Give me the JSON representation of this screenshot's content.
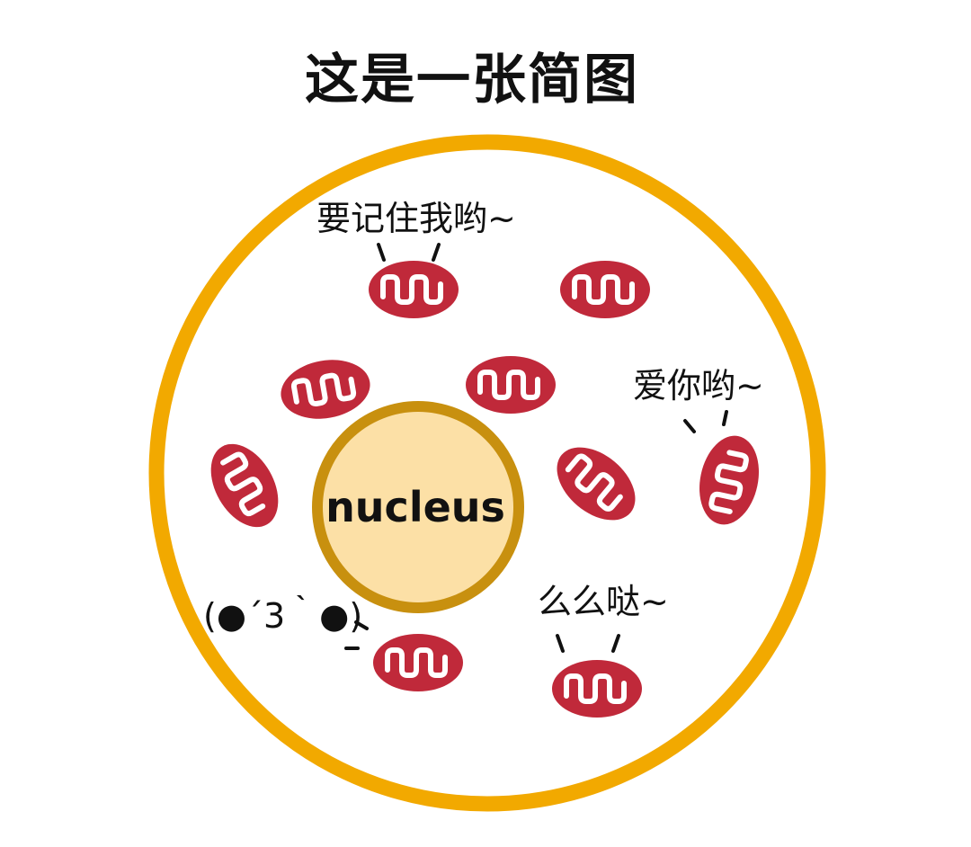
{
  "title": "这是一张简图",
  "nucleus_label": "nucleus",
  "speech": {
    "top": "要记住我哟~",
    "right": "爱你哟~",
    "bottom_right": "么么哒~",
    "left_face": "(●´3｀●)"
  },
  "colors": {
    "cell_border": "#F2A900",
    "nucleus_fill": "#FCE0A6",
    "nucleus_border": "#C8900F",
    "mitochondria": "#C0293A",
    "mito_inner": "#FFFFFF"
  }
}
